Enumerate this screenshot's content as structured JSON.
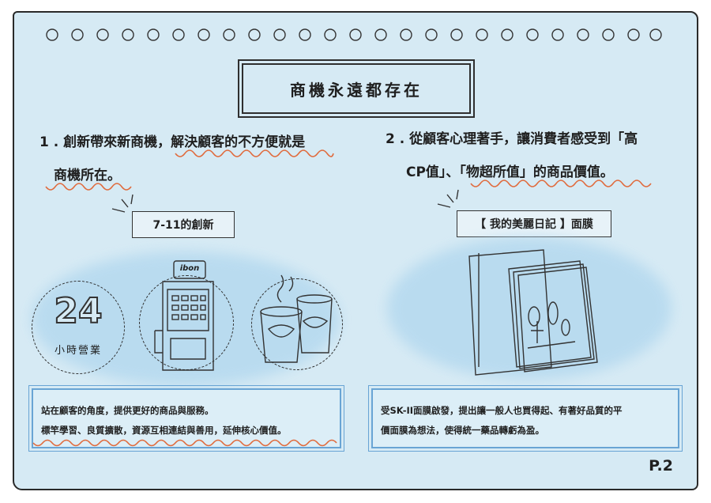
{
  "title": "商機永遠都存在",
  "section1": {
    "line1": "1 . 創新帶來新商機，解決顧客的不方便就是",
    "line2": "商機所在。",
    "tag": "7-11的創新",
    "badge_number": "24",
    "badge_text": "小時營業",
    "kiosk_label": "ibon",
    "note_line1": "站在顧客的角度，提供更好的商品與服務。",
    "note_line2": "標竿學習、良質擴散，資源互相連結與善用，延伸核心價值。"
  },
  "section2": {
    "line1": "2 . 從顧客心理著手，讓消費者感受到「高",
    "line2": "CP值」、「物超所值」的商品價值。",
    "tag": "【 我的美麗日記 】面膜",
    "note_line1": "受SK-II面膜啟發，提出讓一般人也買得起、有著好品質的平",
    "note_line2": "價面膜為想法，使得統一藥品轉虧為盈。"
  },
  "page_number": "P.2",
  "colors": {
    "paper": "#d6eaf4",
    "accent_underline": "#e06a3c",
    "note_border": "#69a4d4"
  }
}
